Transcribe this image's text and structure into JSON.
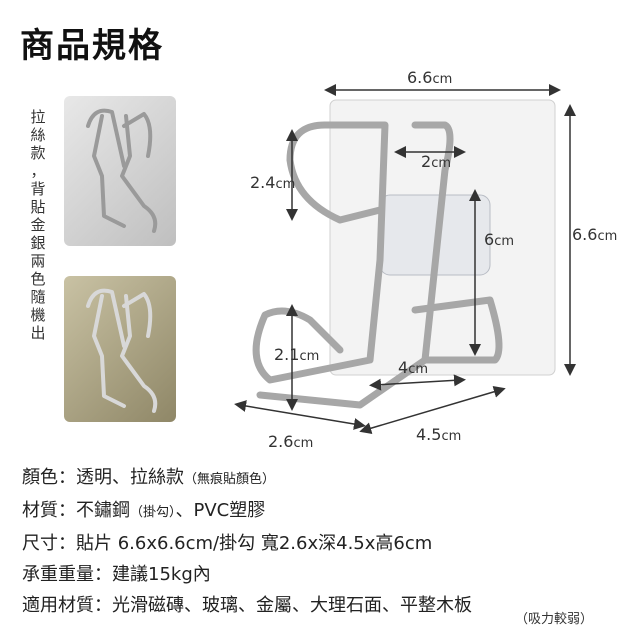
{
  "title": "商品規格",
  "side_note": [
    "拉",
    "絲",
    "款",
    "，",
    "背",
    "貼",
    "金",
    "銀",
    "兩",
    "色",
    "隨",
    "機",
    "出"
  ],
  "dimensions": {
    "plate_width": "6.6",
    "plate_height": "6.6",
    "hook_top_width": "2",
    "hook_top_height": "2.4",
    "hook_height": "6",
    "hook_bottom_height": "2.1",
    "hook_bottom_inner": "4",
    "hook_front_width": "2.6",
    "hook_depth": "4.5",
    "unit": "cm"
  },
  "specs": [
    {
      "label": "顏色：透明、拉絲款",
      "note": "（無痕貼顏色）"
    },
    {
      "label": "材質：不鏽鋼",
      "note": "（掛勾）",
      "suffix": "、PVC塑膠"
    },
    {
      "label": "尺寸：貼片 6.6x6.6cm/掛勾 寬2.6x深4.5x高6cm"
    },
    {
      "label": "承重重量：建議15kg內"
    },
    {
      "label": "適用材質：光滑磁磚、玻璃、金屬、大理石面、平整木板"
    }
  ],
  "footnote": "（吸力較弱）"
}
